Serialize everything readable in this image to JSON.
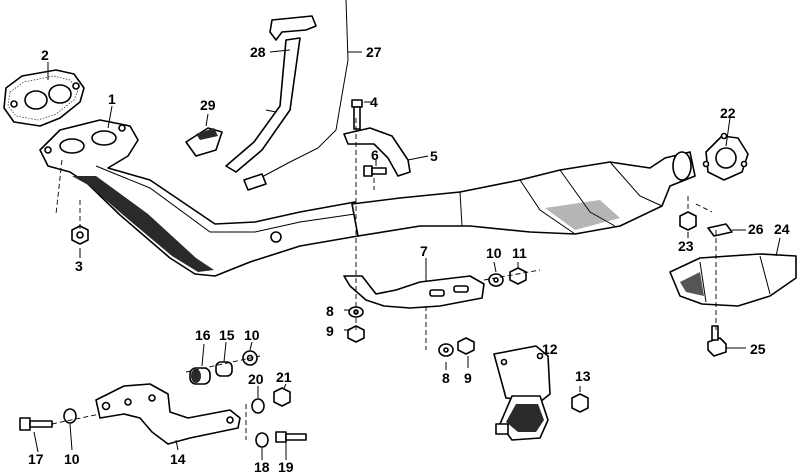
{
  "callouts": {
    "c1": "1",
    "c2": "2",
    "c3": "3",
    "c4": "4",
    "c5": "5",
    "c6": "6",
    "c7": "7",
    "c8a": "8",
    "c8b": "8",
    "c9a": "9",
    "c9b": "9",
    "c10a": "10",
    "c10b": "10",
    "c10c": "10",
    "c11": "11",
    "c12": "12",
    "c13": "13",
    "c14": "14",
    "c15": "15",
    "c16": "16",
    "c17": "17",
    "c18": "18",
    "c19": "19",
    "c20": "20",
    "c21": "21",
    "c22": "22",
    "c23": "23",
    "c24": "24",
    "c25": "25",
    "c26": "26",
    "c27": "27",
    "c28": "28",
    "c29": "29"
  }
}
